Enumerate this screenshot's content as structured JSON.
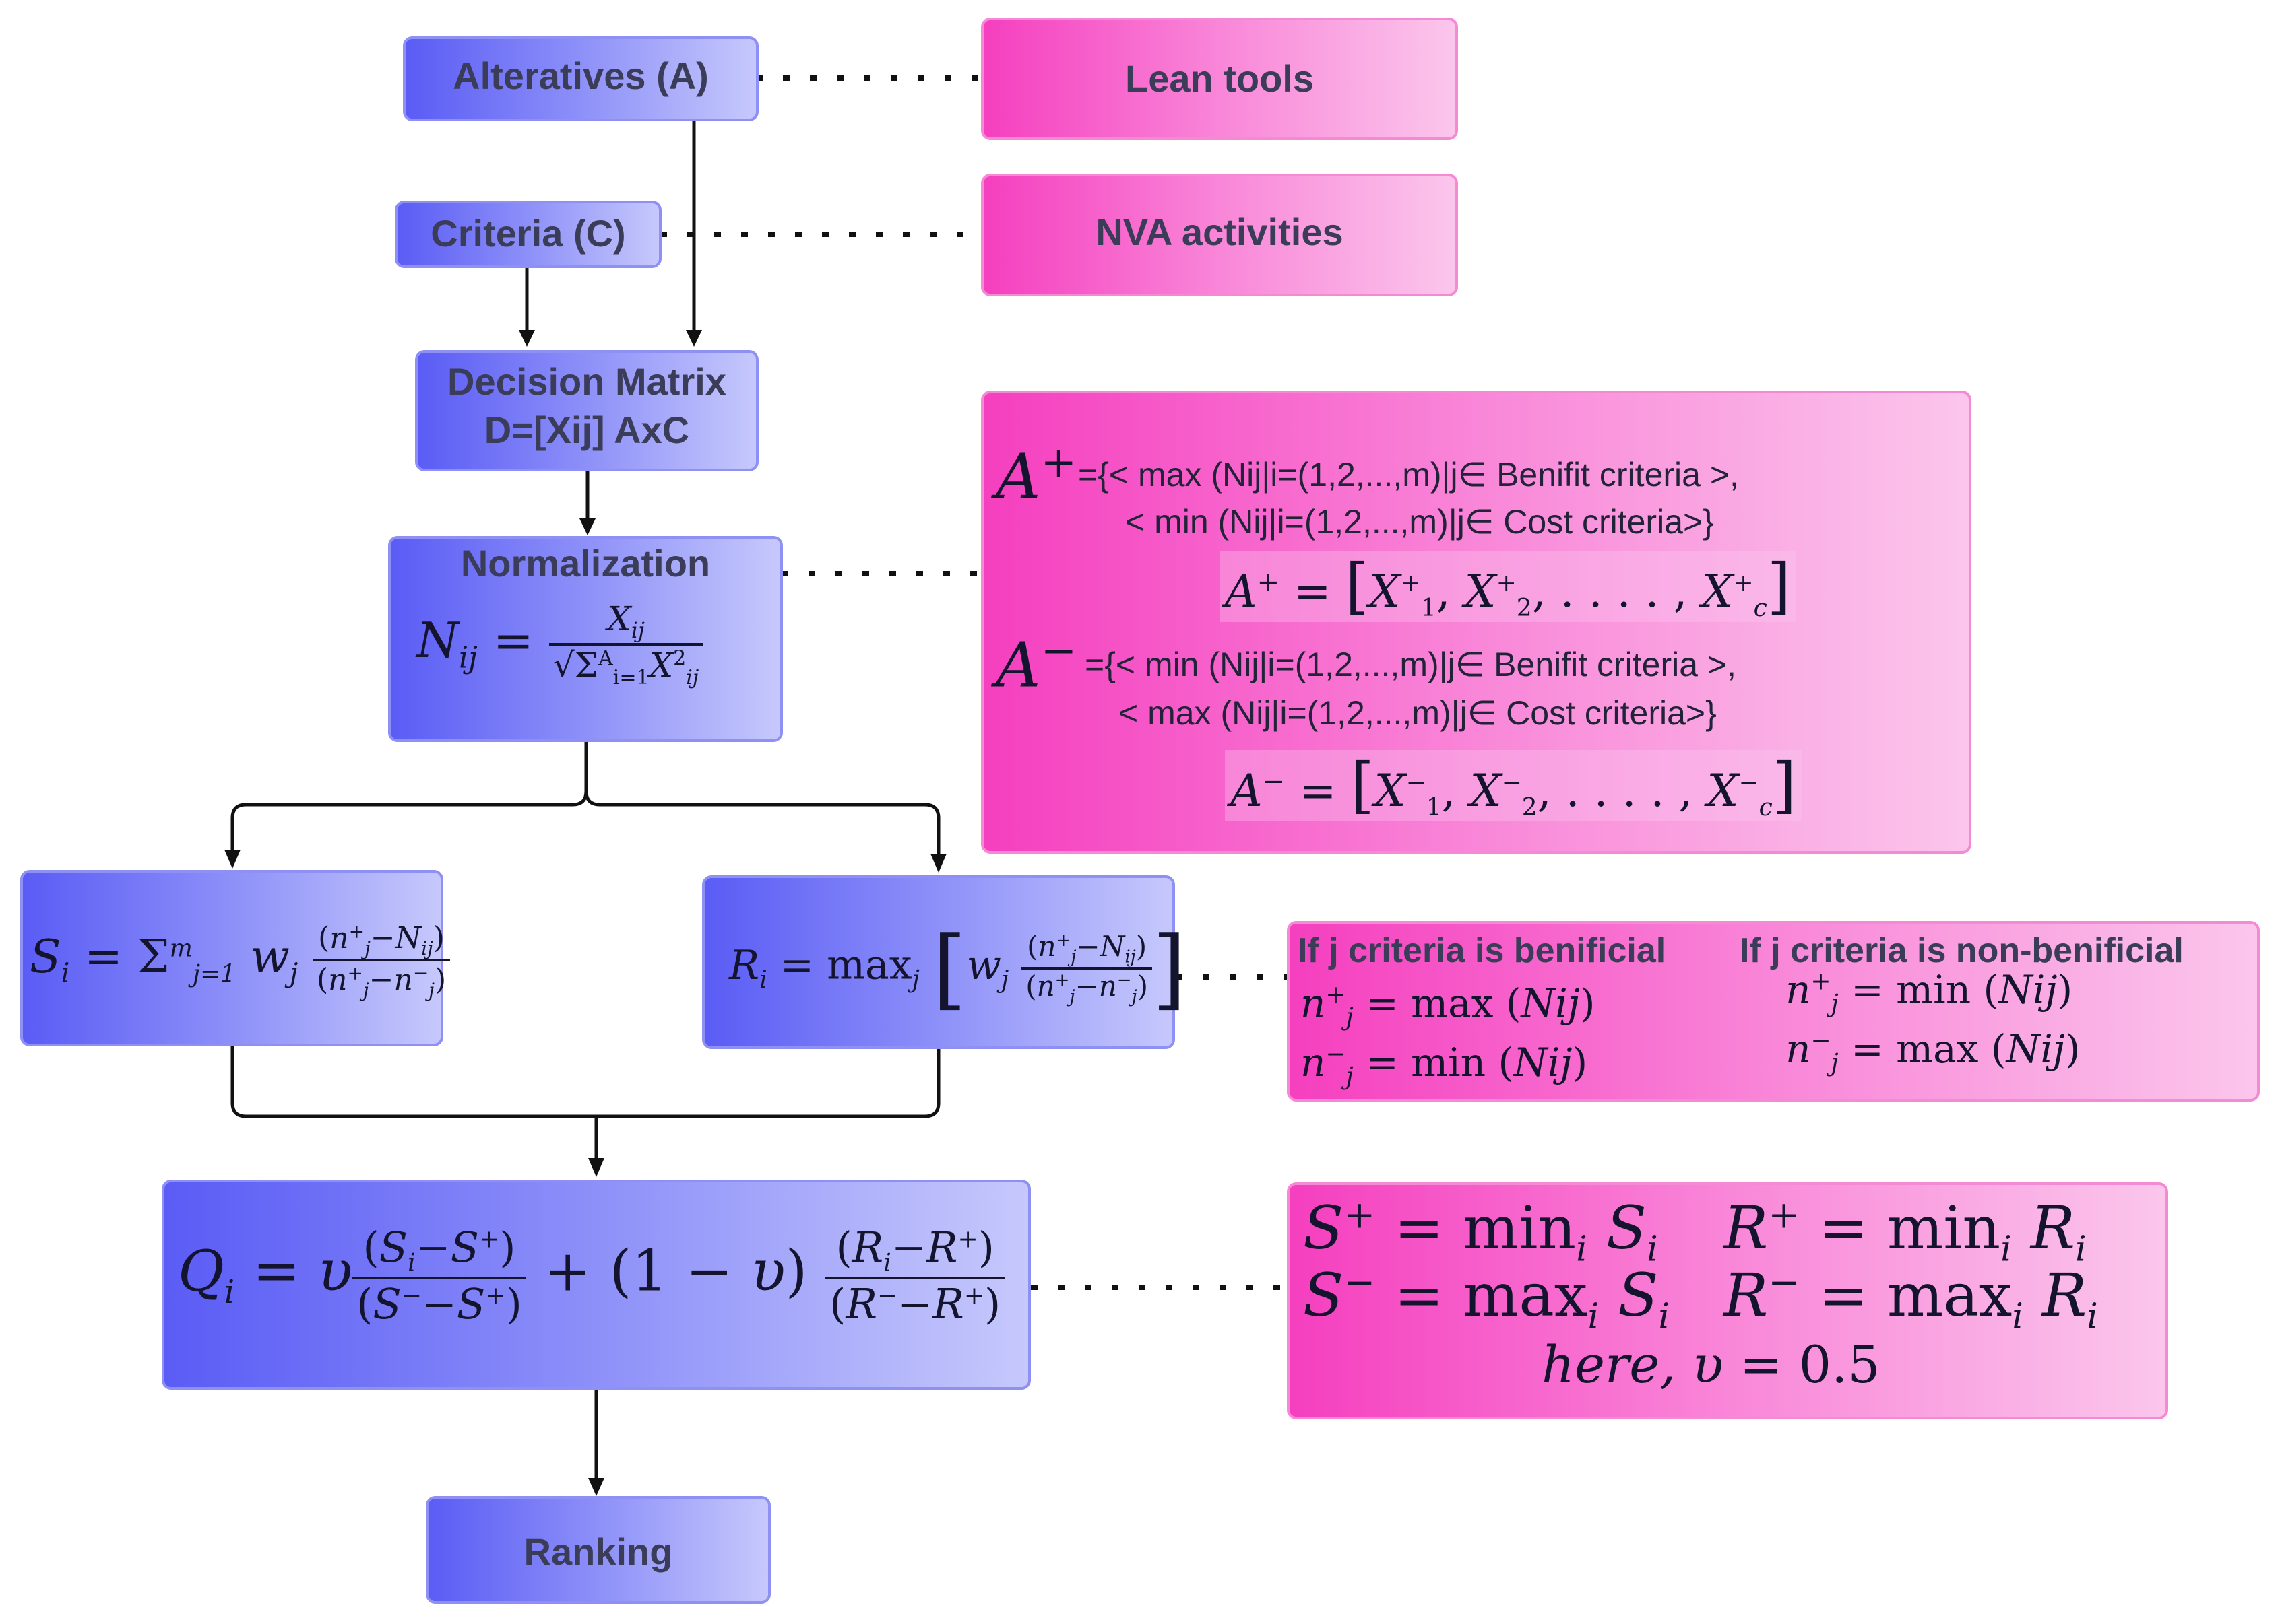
{
  "boxes": {
    "alternatives": "Alteratives (A)",
    "criteria": "Criteria (C)",
    "decision_line1": "Decision Matrix",
    "decision_line2": "D=[Xij] AxC",
    "normalization": "Normalization",
    "ranking": "Ranking",
    "lean_tools": "Lean tools",
    "nva": "NVA activities"
  },
  "ideal": {
    "aplus_line1": "={< max (Nij|i=(1,2,...,m)|j∈ Benifit criteria >,",
    "aplus_line2": "< min (Nij|i=(1,2,...,m)|j∈ Cost criteria>}",
    "aminus_line1": "={< min (Nij|i=(1,2,...,m)|j∈ Benifit criteria >,",
    "aminus_line2": "< max (Nij|i=(1,2,...,m)|j∈ Cost criteria>}"
  },
  "criteria_box": {
    "beneficial_header": "If j criteria is benificial",
    "nonbeneficial_header": "If j criteria is non-benificial"
  },
  "q_box": {
    "here": "here,"
  },
  "colors": {
    "blue_start": "#5a5cf5",
    "blue_end": "#c6c8fc",
    "pink_start": "#f53fbf",
    "pink_end": "#fbc6ec"
  }
}
